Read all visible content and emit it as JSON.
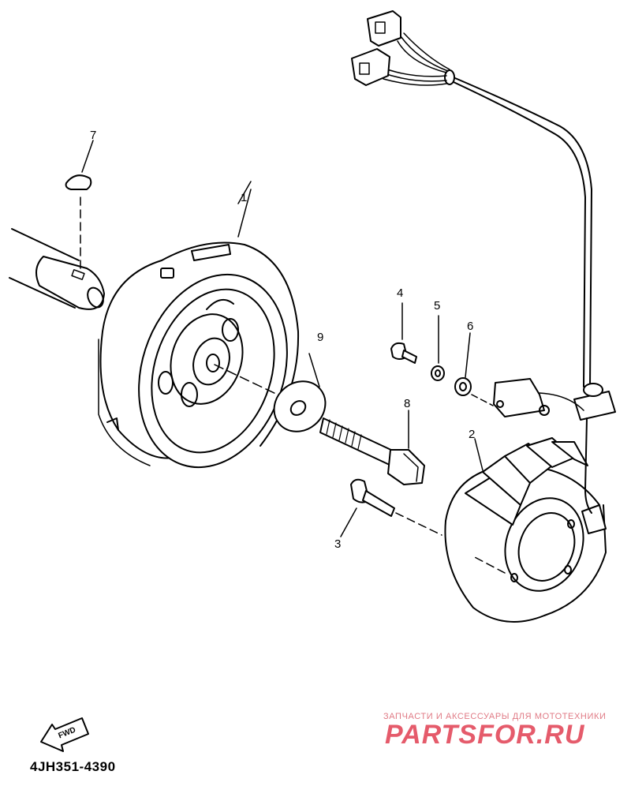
{
  "parts": [
    {
      "id": "part-1",
      "label": "1"
    },
    {
      "id": "part-2",
      "label": "2"
    },
    {
      "id": "part-3",
      "label": "3"
    },
    {
      "id": "part-4",
      "label": "4"
    },
    {
      "id": "part-5",
      "label": "5"
    },
    {
      "id": "part-6",
      "label": "6"
    },
    {
      "id": "part-7",
      "label": "7"
    },
    {
      "id": "part-8",
      "label": "8"
    },
    {
      "id": "part-9",
      "label": "9"
    }
  ],
  "direction_arrow": {
    "label": "FWD"
  },
  "diagram_code": "4JH351-4390",
  "watermark": {
    "tagline": "ЗАПЧАСТИ И АКСЕССУАРЫ ДЛЯ МОТОТЕХНИКИ",
    "brand": "PARTSFOR.RU",
    "color": "#e55b6b"
  },
  "colors": {
    "line": "#000000",
    "background": "#ffffff"
  }
}
